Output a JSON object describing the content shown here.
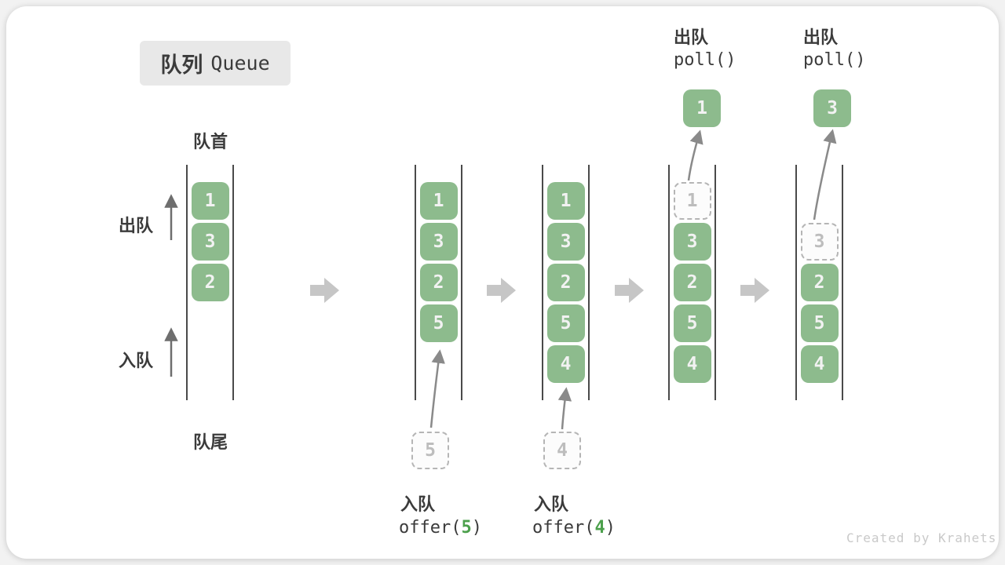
{
  "title": {
    "zh": "队列",
    "en": "Queue"
  },
  "side_labels": {
    "front": "队首",
    "rear": "队尾",
    "dequeue": "出队",
    "enqueue": "入队"
  },
  "queues": [
    {
      "slots": [
        {
          "v": "1",
          "style": "filled"
        },
        {
          "v": "3",
          "style": "filled"
        },
        {
          "v": "2",
          "style": "filled"
        }
      ]
    },
    {
      "slots": [
        {
          "v": "1",
          "style": "filled"
        },
        {
          "v": "3",
          "style": "filled"
        },
        {
          "v": "2",
          "style": "filled"
        },
        {
          "v": "5",
          "style": "filled"
        }
      ]
    },
    {
      "slots": [
        {
          "v": "1",
          "style": "filled"
        },
        {
          "v": "3",
          "style": "filled"
        },
        {
          "v": "2",
          "style": "filled"
        },
        {
          "v": "5",
          "style": "filled"
        },
        {
          "v": "4",
          "style": "filled"
        }
      ]
    },
    {
      "slots": [
        {
          "v": "1",
          "style": "removed"
        },
        {
          "v": "3",
          "style": "filled"
        },
        {
          "v": "2",
          "style": "filled"
        },
        {
          "v": "5",
          "style": "filled"
        },
        {
          "v": "4",
          "style": "filled"
        }
      ]
    },
    {
      "slots": [
        {
          "v": "",
          "style": "empty"
        },
        {
          "v": "3",
          "style": "removed"
        },
        {
          "v": "2",
          "style": "filled"
        },
        {
          "v": "5",
          "style": "filled"
        },
        {
          "v": "4",
          "style": "filled"
        }
      ]
    }
  ],
  "enqueue_ops": [
    {
      "label": "入队",
      "code_pre": "offer(",
      "arg": "5",
      "code_post": ")"
    },
    {
      "label": "入队",
      "code_pre": "offer(",
      "arg": "4",
      "code_post": ")"
    }
  ],
  "dequeue_ops": [
    {
      "label": "出队",
      "code": "poll()",
      "result": "1"
    },
    {
      "label": "出队",
      "code": "poll()",
      "result": "3"
    }
  ],
  "watermark": "Created by Krahets",
  "colors": {
    "box_green": "#8dbb8d",
    "code_green": "#4ca04c",
    "dashed_gray": "#b5b5b5",
    "line_dark": "#4a4a4a",
    "block_arrow_gray": "#c6c6c6",
    "thin_arrow_gray": "#8a8a8a",
    "title_box_bg": "#e8e8e8",
    "text_dark": "#3b3b3b",
    "watermark_gray": "#c9c9c9"
  }
}
